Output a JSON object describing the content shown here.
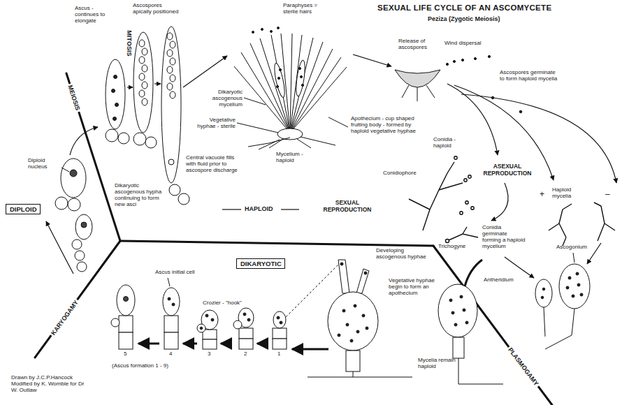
{
  "diagram": {
    "title": "SEXUAL LIFE CYCLE OF AN ASCOMYCETE",
    "nodes": [
      {
        "text": [
          "DIPLOID"
        ]
      },
      {
        "text": [
          "DIKARYOTIC"
        ]
      }
    ],
    "labels": [
      "Ascus - continues to elongate",
      "Ascospores apically positioned",
      "MITOSIS",
      "MEIOSIS",
      "Paraphyses = sterile hairs",
      "Peziza (Zygotic Meiosis)",
      "Release of ascospores",
      "Wind dispersal",
      "Ascospores germinate to form haploid mycelia",
      "Dikaryotic ascogenous mycelium",
      "Vegetative hyphae - sterile",
      "Apothecium - cup shaped fruiting body - formed by haploid vegetative hyphae",
      "Mycelium - haploid",
      "Central vacuole fills with fluid prior to ascospore discharge",
      "Conidia - haploid",
      "ASEXUAL REPRODUCTION",
      "Conidiophore",
      "Dikaryotic ascogenous hypha continuing to form new asci",
      "Haploid mycelia",
      "+",
      "–",
      "HAPLOID",
      "SEXUAL REPRODUCTION",
      "Conidia germinate forming a haploid mycelium",
      "Ascogonium",
      "Trichogyne",
      "Developing ascogenous hyphae",
      "Antheridium",
      "Vegetative hyphae begin to form an apothecium",
      "Ascus initial cell",
      "Crozier - \"hook\"",
      "(Ascus formation 1 - 9)",
      "KARYOGAMY",
      "PLASMOGAMY",
      "Mycelia remain haploid",
      "Drawn by J.C.P.Hancock Modified by K. Womble for Dr W. Outlaw",
      "Diploid nucleus",
      "1",
      "2",
      "3",
      "4",
      "5"
    ]
  }
}
